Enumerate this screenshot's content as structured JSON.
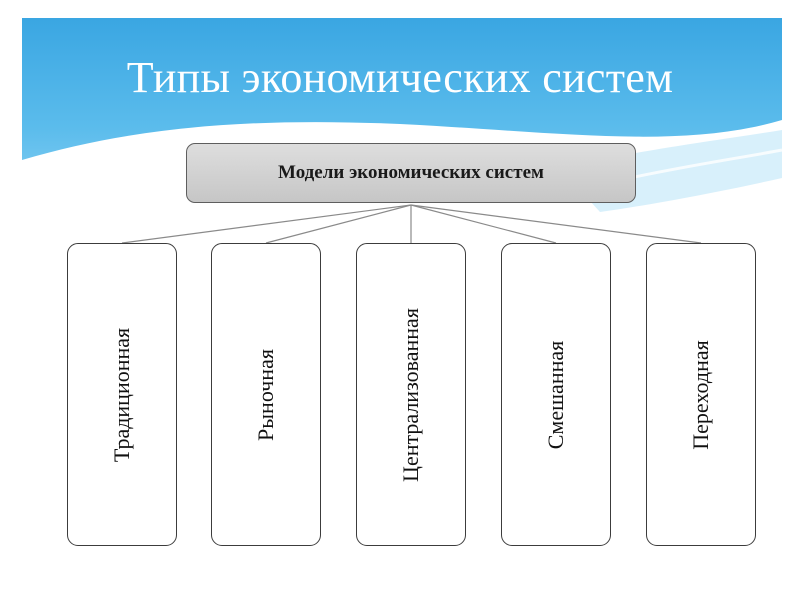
{
  "slide": {
    "title": "Типы экономических систем"
  },
  "diagram": {
    "root": {
      "label": "Модели экономических систем"
    },
    "children": [
      {
        "label": "Традиционная"
      },
      {
        "label": "Рыночная"
      },
      {
        "label": "Централизованная"
      },
      {
        "label": "Смешанная"
      },
      {
        "label": "Переходная"
      }
    ]
  },
  "colors": {
    "header_blue_light": "#8fd0f2",
    "header_blue_dark": "#2a8fd4",
    "root_fill": "#d2d2d2",
    "connector": "#8a8a8a"
  }
}
